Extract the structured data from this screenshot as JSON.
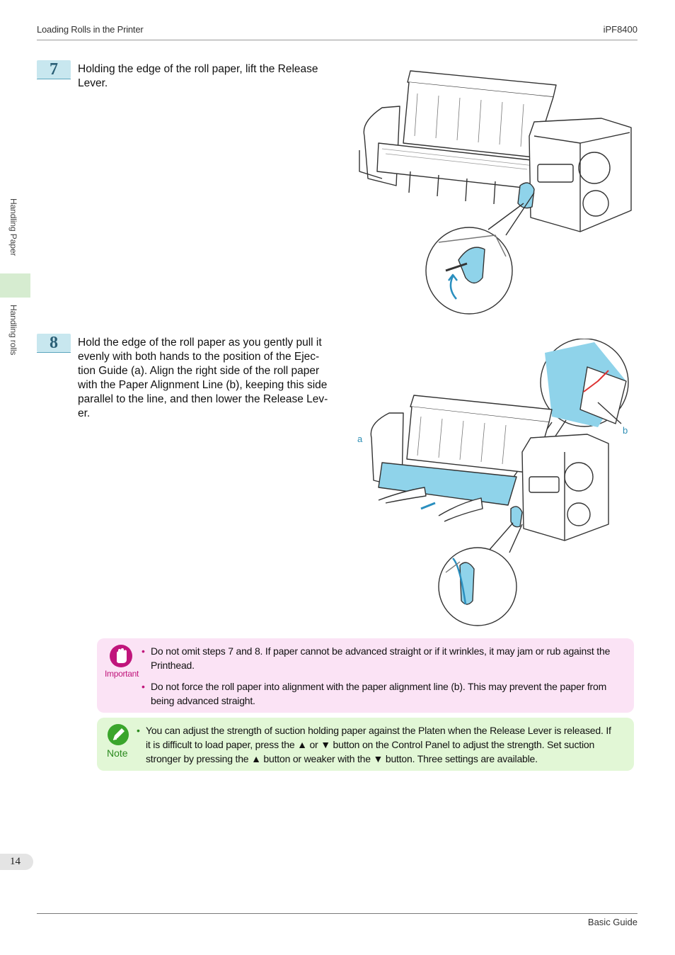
{
  "header": {
    "left": "Loading Rolls in the Printer",
    "right": "iPF8400"
  },
  "side_tabs": {
    "section": "Handling Paper",
    "subsection": "Handling rolls"
  },
  "steps": [
    {
      "number": "7",
      "text_lines": [
        "Holding the edge of the roll paper, lift the Release",
        "Lever."
      ]
    },
    {
      "number": "8",
      "text_lines": [
        "Hold the edge of the roll paper as you gently pull it",
        "evenly with both hands to the position of the Ejec-",
        "tion Guide (a). Align the right side of the roll paper",
        "with the Paper Alignment Line (b), keeping this side",
        "parallel to the line, and then lower the Release Lev-",
        "er."
      ]
    }
  ],
  "figure_labels": {
    "a": "a",
    "b": "b"
  },
  "important": {
    "label": "Important",
    "items": [
      {
        "lines": [
          "Do not omit steps 7 and 8. If paper cannot be advanced straight or if it wrinkles, it may jam or rub against the",
          "Printhead."
        ]
      },
      {
        "lines": [
          "Do not force the roll paper into alignment with the paper alignment line (b). This may prevent the paper from",
          "being advanced straight."
        ]
      }
    ]
  },
  "note": {
    "label": "Note",
    "items": [
      {
        "lines": [
          "You can adjust the strength of suction holding paper against the Platen when the Release Lever is released. If",
          "it is difficult to load paper, press the ▲ or ▼ button on the Control Panel to adjust the strength. Set suction",
          "stronger by pressing the ▲ button or weaker with the ▼ button. Three settings are available."
        ]
      }
    ]
  },
  "footer": {
    "page_number": "14",
    "right": "Basic Guide"
  },
  "colors": {
    "important_bg": "#fbe3f5",
    "note_bg": "#e2f7d6",
    "accent_blue": "#8fd3ea",
    "step_badge": "#c8e7ef"
  }
}
